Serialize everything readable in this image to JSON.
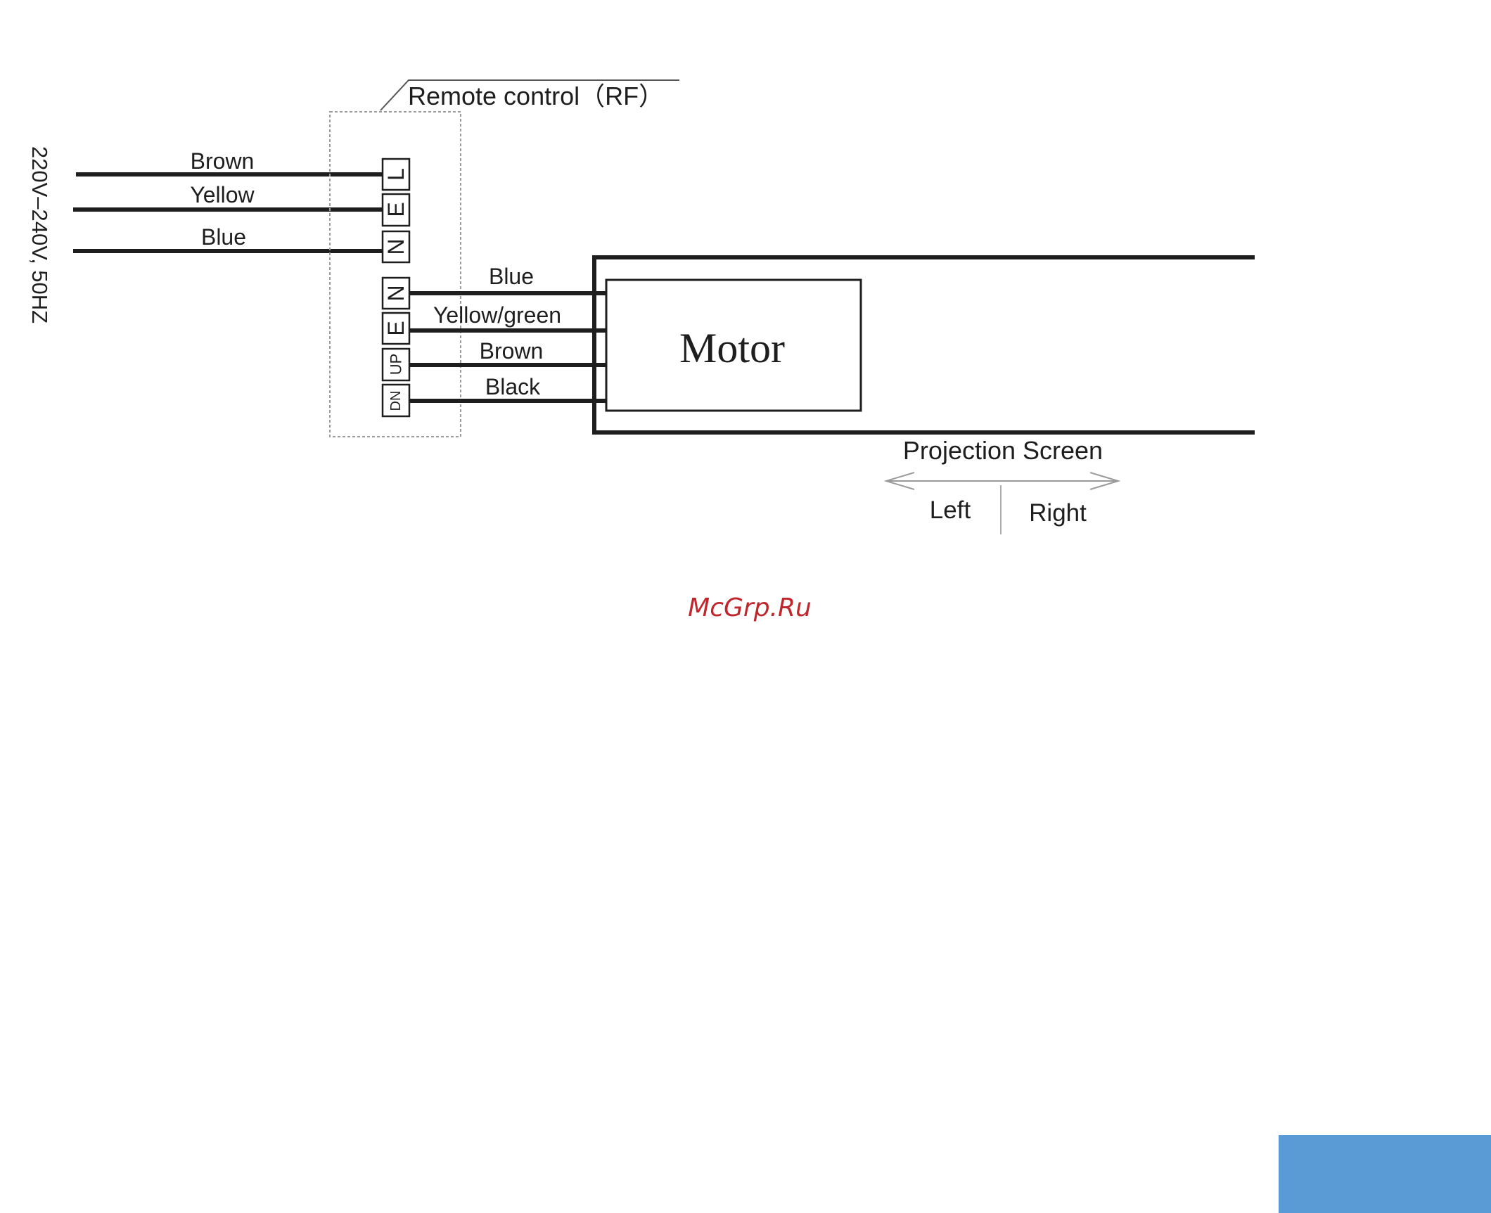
{
  "supply": {
    "voltage_label": "220V–240V, 50HZ",
    "wires": [
      {
        "label": "Brown",
        "terminal": "L"
      },
      {
        "label": "Yellow",
        "terminal": "E"
      },
      {
        "label": "Blue",
        "terminal": "N"
      }
    ]
  },
  "remote": {
    "title": "Remote control（RF）"
  },
  "motor_side": {
    "wires": [
      {
        "label": "Blue",
        "terminal": "N"
      },
      {
        "label": "Yellow/green",
        "terminal": "E"
      },
      {
        "label": "Brown",
        "terminal": "UP"
      },
      {
        "label": "Black",
        "terminal": "DN"
      }
    ]
  },
  "motor": {
    "label": "Motor"
  },
  "screen": {
    "title": "Projection Screen",
    "left_label": "Left",
    "right_label": "Right"
  },
  "watermark": {
    "text": "McGrp.Ru",
    "color": "#c0272d"
  },
  "colors": {
    "line": "#1e1e1e",
    "corner_block": "#5b9bd5",
    "dashed_box": "#9a9a9a"
  }
}
